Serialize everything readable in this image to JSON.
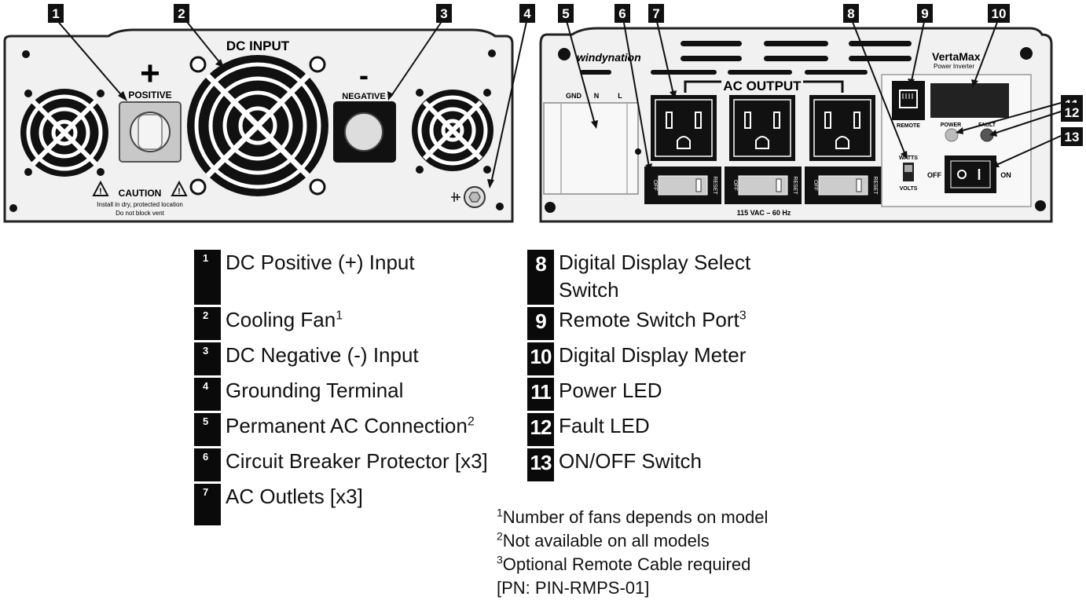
{
  "callouts": [
    "1",
    "2",
    "3",
    "4",
    "5",
    "6",
    "7",
    "8",
    "9",
    "10",
    "11",
    "12",
    "13"
  ],
  "dc_panel": {
    "title": "DC INPUT",
    "positive_symbol": "+",
    "positive_label": "POSITIVE",
    "negative_symbol": "-",
    "negative_label": "NEGATIVE",
    "caution_title": "CAUTION",
    "caution_line1": "Install in dry, protected location",
    "caution_line2": "Do not block vent"
  },
  "ac_panel": {
    "brand": "windynation",
    "model": "VertaMax",
    "model_sub": "Power Inverter",
    "ac_output_label": "AC OUTPUT",
    "terminal_labels": [
      "GND",
      "N",
      "L"
    ],
    "breaker_off": "OFF",
    "breaker_reset": "RESET",
    "rating": "115 VAC – 60 Hz",
    "remote_label": "REMOTE",
    "power_label": "POWER",
    "fault_label": "FAULT",
    "watts_label": "WATTS",
    "volts_label": "VOLTS",
    "off_label": "OFF",
    "on_label": "ON"
  },
  "legend": {
    "left": [
      {
        "num": "1",
        "text": "DC Positive (+) Input",
        "sup": ""
      },
      {
        "num": "2",
        "text": "Cooling Fan",
        "sup": "1"
      },
      {
        "num": "3",
        "text": "DC Negative (-) Input",
        "sup": ""
      },
      {
        "num": "4",
        "text": "Grounding Terminal",
        "sup": ""
      },
      {
        "num": "5",
        "text": "Permanent AC Connection",
        "sup": "2"
      },
      {
        "num": "6",
        "text": "Circuit Breaker Protector [x3]",
        "sup": ""
      },
      {
        "num": "7",
        "text": "AC Outlets [x3]",
        "sup": ""
      }
    ],
    "right": [
      {
        "num": "8",
        "text": "Digital Display Select",
        "text2": "Switch",
        "sup": ""
      },
      {
        "num": "9",
        "text": "Remote Switch Port",
        "sup": "3"
      },
      {
        "num": "10",
        "text": "Digital Display Meter",
        "sup": ""
      },
      {
        "num": "11",
        "text": "Power LED",
        "sup": ""
      },
      {
        "num": "12",
        "text": "Fault LED",
        "sup": ""
      },
      {
        "num": "13",
        "text": "ON/OFF Switch",
        "sup": ""
      }
    ]
  },
  "notes": [
    {
      "sup": "1",
      "text": "Number of fans depends on model"
    },
    {
      "sup": "2",
      "text": "Not available on all models"
    },
    {
      "sup": "3",
      "text": "Optional Remote Cable required"
    },
    {
      "sup": "",
      "text": "[PN: PIN-RMPS-01]"
    }
  ]
}
